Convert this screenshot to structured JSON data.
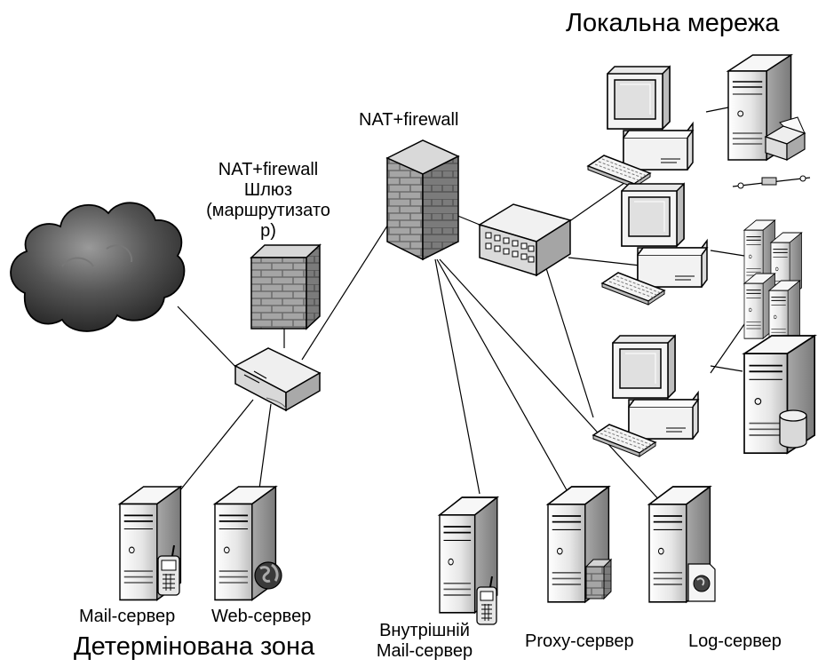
{
  "title": "Локальна мережа",
  "zone_label": "Детермінована зона",
  "nodes": {
    "internet": {
      "icon": "cloud-icon"
    },
    "gateway_firewall": {
      "label_lines": [
        "NAT+firewall",
        "Шлюз",
        "(маршрутизато",
        "р)"
      ],
      "icon": "firewall-icon"
    },
    "router": {
      "icon": "router-icon"
    },
    "main_firewall": {
      "label": "NAT+firewall",
      "icon": "firewall-icon"
    },
    "switch": {
      "icon": "switch-icon"
    },
    "mail_server": {
      "label": "Mail-сервер",
      "icon": "server-phone-icon"
    },
    "web_server": {
      "label": "Web-сервер",
      "icon": "server-globe-icon"
    },
    "internal_mail_server": {
      "label_lines": [
        "Внутрішній",
        "Mail-сервер"
      ],
      "icon": "server-phone-icon"
    },
    "proxy_server": {
      "label": "Proxy-сервер",
      "icon": "server-firewall-icon"
    },
    "log_server": {
      "label": "Log-сервер",
      "icon": "server-log-icon"
    },
    "workstations": [
      {
        "icon": "workstation-icon"
      },
      {
        "icon": "workstation-icon"
      },
      {
        "icon": "workstation-icon"
      }
    ],
    "print_server": {
      "icon": "print-server-icon"
    },
    "server_cluster": {
      "icon": "server-cluster-icon"
    },
    "database_server": {
      "icon": "database-server-icon"
    }
  },
  "colors": {
    "stroke": "#000000",
    "device_light": "#f2f2f2",
    "device_mid": "#cfcfcf",
    "device_dark": "#8a8a8a",
    "cloud": "#3a3a3a",
    "brick": "#9a9a9a"
  }
}
